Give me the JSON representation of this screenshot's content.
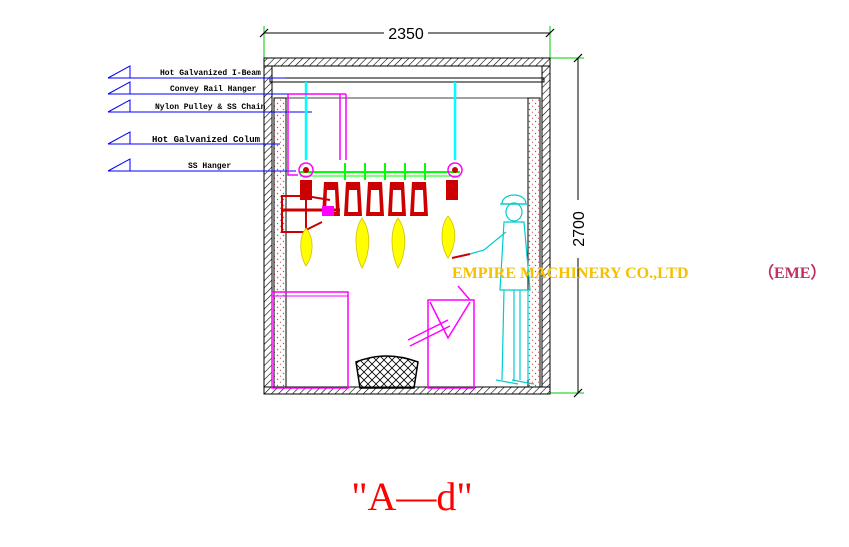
{
  "drawing": {
    "width_dim": "2350",
    "height_dim": "2700",
    "caption": "\"A—d\"",
    "watermark": "EMPIRE MACHINERY CO.,LTD",
    "watermark_suffix": "（EME）",
    "labels": [
      "Hot Galvanized I-Beam",
      "Convey Rail Hanger",
      "Nylon Pulley & SS Chain",
      "Hot Galvanized Colum",
      "SS Hanger"
    ],
    "colors": {
      "outline": "#000000",
      "hatch": "#000000",
      "leader": "#0000ff",
      "dim_extension": "#00cc00",
      "rail": "#00ffff",
      "chain": "#00ff00",
      "hanger": "#cc0000",
      "equipment": "#ff00ff",
      "wall_fill": "#c05050",
      "bird": "#ffff00",
      "worker": "#00cccc",
      "watermark": "#f5c000",
      "watermark_suffix": "#c03060",
      "caption": "#ff0000"
    }
  }
}
